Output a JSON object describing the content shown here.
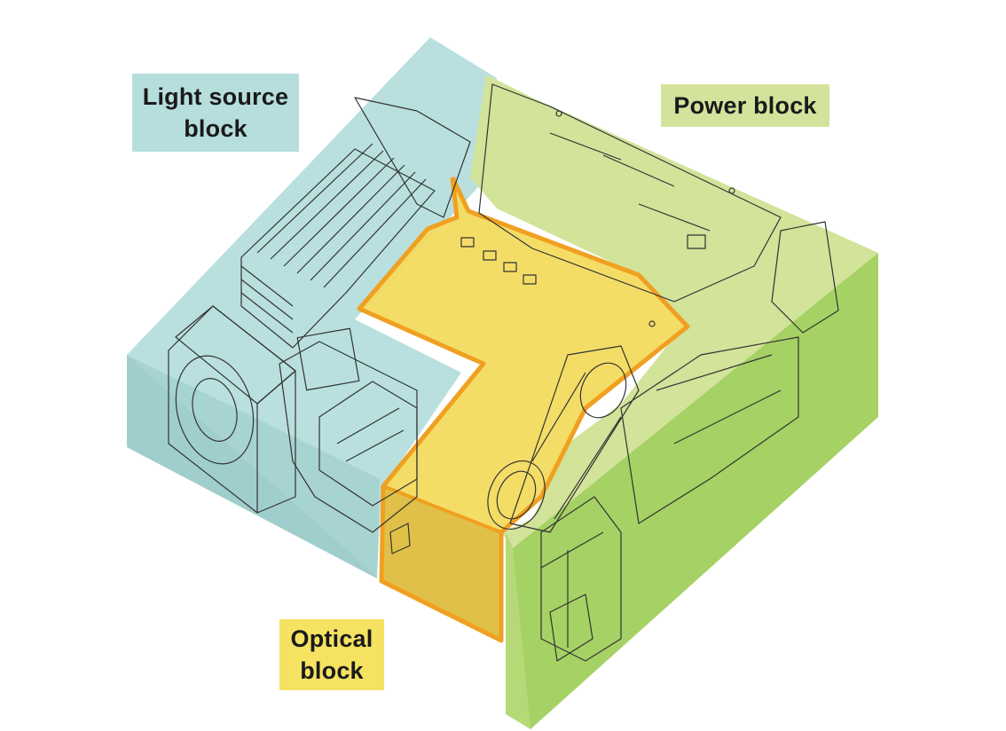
{
  "labels": {
    "light_source": {
      "line1": "Light source",
      "line2": "block"
    },
    "power": {
      "line1": "Power block"
    },
    "optical": {
      "line1": "Optical",
      "line2": "block"
    }
  },
  "colors": {
    "light_top": "#b9e0df",
    "light_side": "#8cc4c4",
    "light_front": "#a8d3d3",
    "power_top": "#d2e39a",
    "power_side": "#9ccd5a",
    "power_front": "#b6d978",
    "optical_top": "#f3da5a",
    "optical_front": "#e0c048",
    "optical_outline": "#f0a020",
    "line": "#333333"
  }
}
